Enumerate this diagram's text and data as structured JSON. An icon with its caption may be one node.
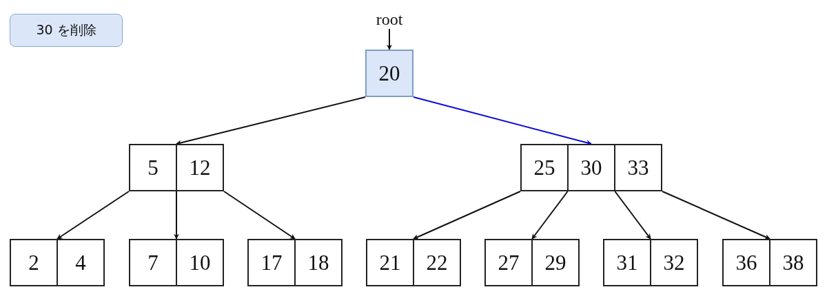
{
  "diagram": {
    "nodes": [
      {
        "text": [
          "30 を削除"
        ]
      },
      {
        "text": [
          "root"
        ]
      },
      {
        "text": [
          "20"
        ]
      },
      {
        "text": [
          "5",
          "12"
        ]
      },
      {
        "text": [
          "25",
          "30",
          "33"
        ]
      },
      {
        "text": [
          "2",
          "4"
        ]
      },
      {
        "text": [
          "7",
          "10"
        ]
      },
      {
        "text": [
          "17",
          "18"
        ]
      },
      {
        "text": [
          "21",
          "22"
        ]
      },
      {
        "text": [
          "27",
          "29"
        ]
      },
      {
        "text": [
          "31",
          "32"
        ]
      },
      {
        "text": [
          "36",
          "38"
        ]
      }
    ],
    "edges": [
      {
        "from": 1,
        "to": 2,
        "arrow": "to"
      },
      {
        "from": 2,
        "to": 3,
        "arrow": "to"
      },
      {
        "from": 2,
        "to": 4,
        "arrow": "to",
        "color": "#0b0bd9"
      },
      {
        "from": 3,
        "to": 5,
        "arrow": "to"
      },
      {
        "from": 3,
        "to": 6,
        "arrow": "to"
      },
      {
        "from": 3,
        "to": 7,
        "arrow": "to"
      },
      {
        "from": 4,
        "to": 8,
        "arrow": "to"
      },
      {
        "from": 4,
        "to": 9,
        "arrow": "to"
      },
      {
        "from": 4,
        "to": 10,
        "arrow": "to"
      },
      {
        "from": 4,
        "to": 11,
        "arrow": "to"
      }
    ]
  }
}
